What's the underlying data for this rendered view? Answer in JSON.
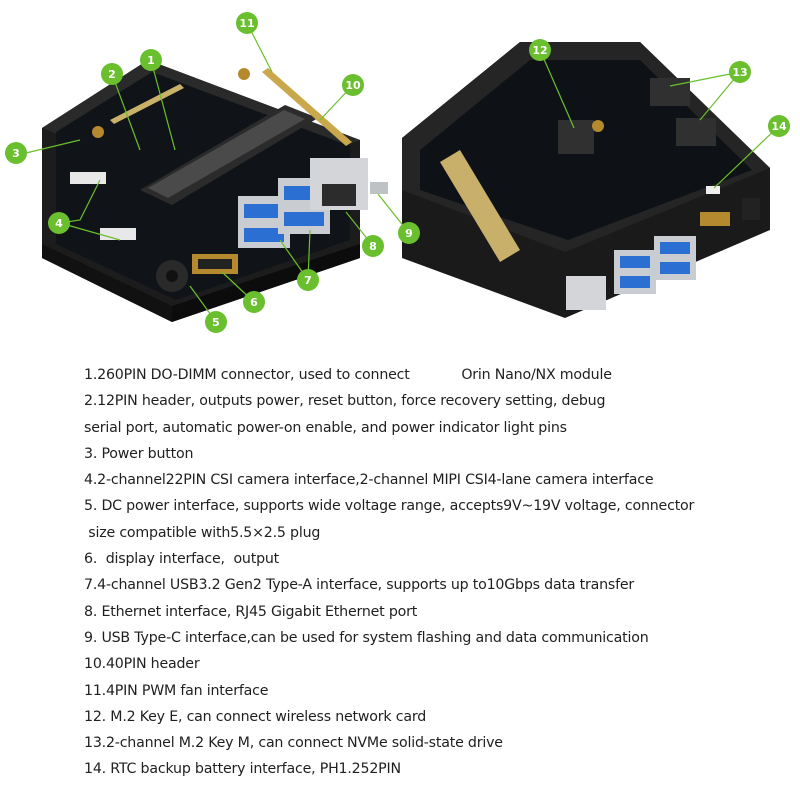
{
  "callouts": [
    "1",
    "2",
    "3",
    "4",
    "5",
    "6",
    "7",
    "8",
    "9",
    "10",
    "11",
    "12",
    "13",
    "14"
  ],
  "spec_lines": [
    "1.260PIN DO-DIMM connector, used to connect            Orin Nano/NX module",
    "2.12PIN header, outputs power, reset button, force recovery setting, debug",
    "serial port, automatic power-on enable, and power indicator light pins",
    "3. Power button",
    "4.2-channel22PIN CSI camera interface,2-channel MIPI CSI4-lane camera interface",
    "5. DC power interface, supports wide voltage range, accepts9V~19V voltage, connector",
    " size compatible with5.5×2.5 plug",
    "6.  display interface,  output",
    "7.4-channel USB3.2 Gen2 Type-A interface, supports up to10Gbps data transfer",
    "8. Ethernet interface, RJ45 Gigabit Ethernet port",
    "9. USB Type-C interface,can be used for system flashing and data communication",
    "10.40PIN header",
    "11.4PIN PWM fan interface",
    "12. M.2 Key E, can connect wireless network card",
    "13.2-channel M.2 Key M, can connect NVMe solid-state drive",
    "14. RTC backup battery interface, PH1.252PIN"
  ]
}
